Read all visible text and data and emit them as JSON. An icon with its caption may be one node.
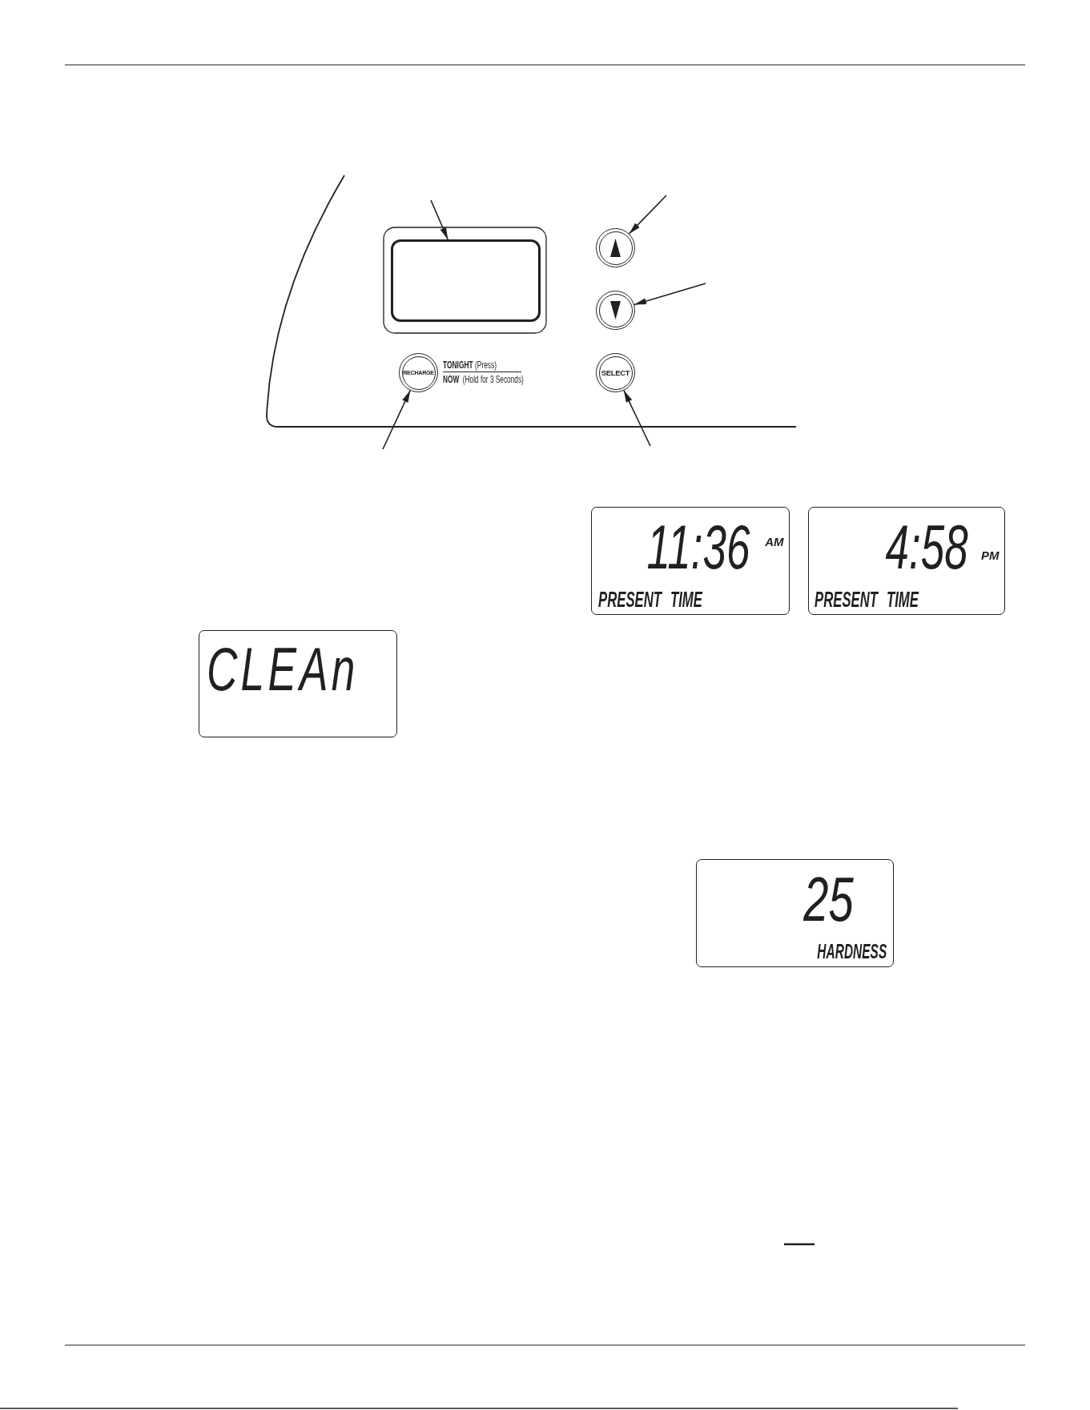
{
  "diagram": {
    "nodes": [
      {
        "text": [],
        "shape": "box"
      },
      {
        "text": [],
        "shape": "circle"
      },
      {
        "text": [],
        "shape": "circle"
      },
      {
        "text": [
          "RECHARGE"
        ],
        "beside": [
          "**TONIGHT** (Press)",
          "**NOW**  (Hold for 3 Seconds)"
        ]
      },
      {
        "text": [
          "SELECT"
        ]
      },
      {
        "text": [
          "11:36",
          "AM",
          "PRESENT TIME"
        ]
      },
      {
        "text": [
          "4:58",
          "PM",
          "PRESENT TIME"
        ]
      },
      {
        "text": [
          "CLEAn"
        ]
      },
      {
        "text": [
          "25",
          "HARDNESS"
        ]
      }
    ],
    "edges": [
      {
        "from": null,
        "to": 0,
        "arrow": "to"
      },
      {
        "from": null,
        "to": 1,
        "arrow": "to"
      },
      {
        "from": null,
        "to": 2,
        "arrow": "to"
      },
      {
        "from": null,
        "to": 3,
        "arrow": "to"
      },
      {
        "from": null,
        "to": 4,
        "arrow": "to"
      }
    ]
  }
}
